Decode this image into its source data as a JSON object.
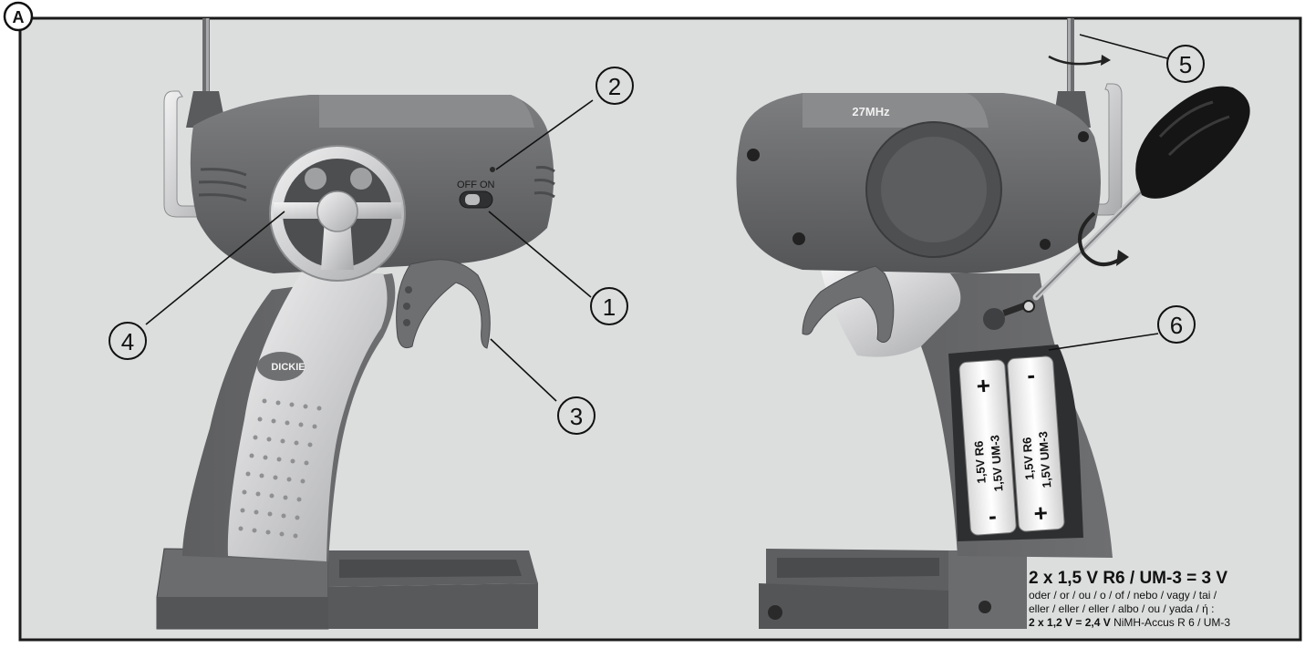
{
  "figure": {
    "panel_label": "A",
    "frequency_label": "27MHz",
    "switch_off": "OFF",
    "switch_on": "ON",
    "brand_logo": "DICKIE",
    "callouts": [
      "1",
      "2",
      "3",
      "4",
      "5",
      "6"
    ],
    "battery_left_a": "1,5V R6",
    "battery_left_b": "1,5V UM-3",
    "battery_right_a": "1,5V R6",
    "battery_right_b": "1,5V UM-3",
    "battery_plus": "+",
    "battery_minus": "-"
  },
  "caption": {
    "headline": "2 x 1,5 V R6 / UM-3 = 3 V",
    "line1": "oder / or / ou / o / of / nebo / vagy / tai /",
    "line2": "eller / eller / eller / albo / ou / yada / ή :",
    "line3_bold": "2 x 1,2 V = 2,4 V",
    "line3_rest": " NiMH-Accus R 6 / UM-3"
  },
  "colors": {
    "background": "#dcdddd",
    "body_dark": "#5e5f61",
    "body_mid": "#7a7b7d",
    "silver": "#c9cacc",
    "frame": "#1a1a1a"
  }
}
